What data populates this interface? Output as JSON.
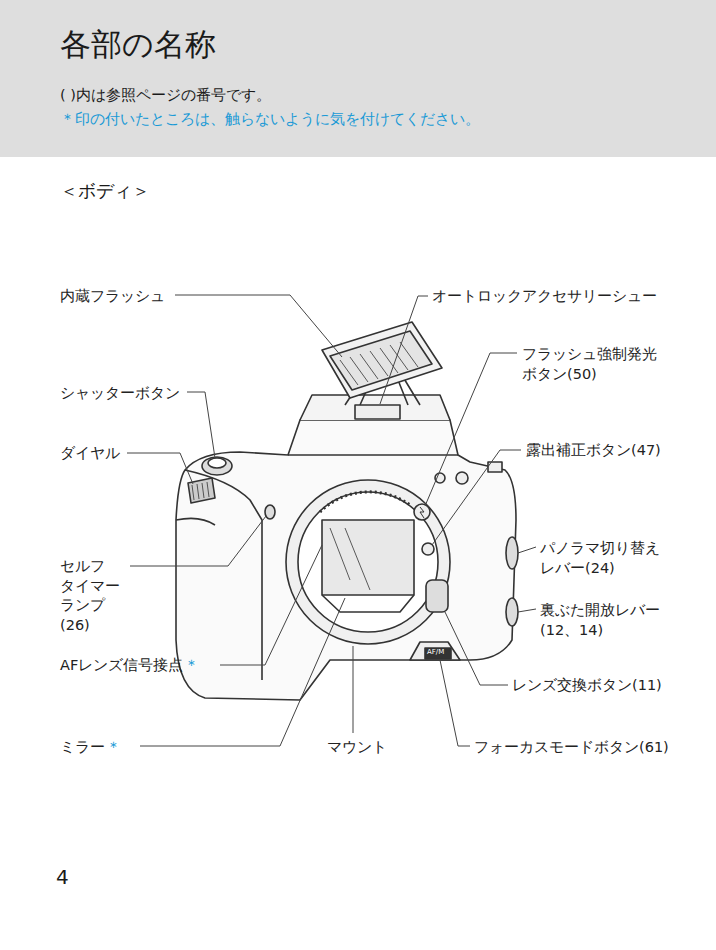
{
  "diagram": {
    "title": "各部の名称",
    "labels": [
      "( )内は参照ページの番号です。",
      "＊印の付いたところは、触らないように気を付けてください。",
      "＜ボディ＞",
      "内蔵フラッシュ",
      "シャッターボタン",
      "ダイヤル",
      "セルフ タイマー ランプ(26)",
      "AFレンズ信号接点",
      "＊",
      "ミラー",
      "＊",
      "マウント",
      "オートロックアクセサリーシュー",
      "フラッシュ強制発光 ボタン(50)",
      "露出補正ボタン(47)",
      "パノラマ切り替え レバー(24)",
      "裏ぶた開放レバー (12、14)",
      "レンズ交換ボタン(11)",
      "フォーカスモードボタン(61)",
      "AF/M",
      "4"
    ]
  }
}
